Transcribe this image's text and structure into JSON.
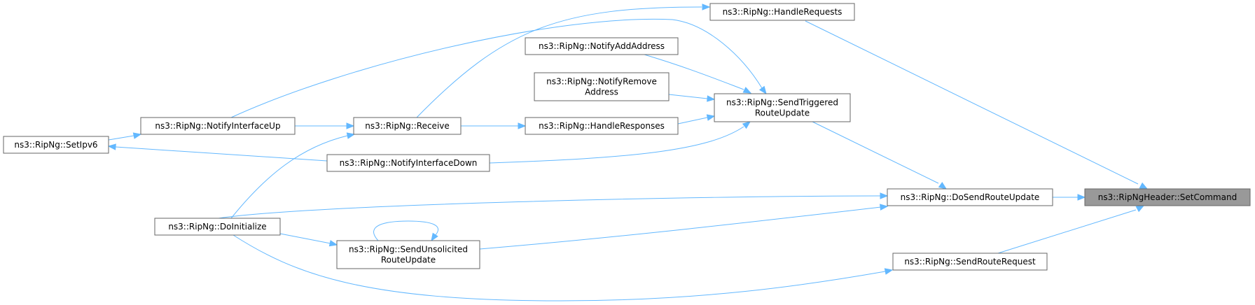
{
  "diagram": {
    "focus_color": "#999999",
    "edge_color": "#63b8ff",
    "nodes": {
      "setcommand": {
        "lines": [
          "ns3::RipNgHeader::SetCommand"
        ]
      },
      "dosendrouteupdate": {
        "lines": [
          "ns3::RipNg::DoSendRouteUpdate"
        ]
      },
      "sendrouterequest": {
        "lines": [
          "ns3::RipNg::SendRouteRequest"
        ]
      },
      "handlerequests": {
        "lines": [
          "ns3::RipNg::HandleRequests"
        ]
      },
      "sendtriggered": {
        "lines": [
          "ns3::RipNg::SendTriggered",
          "RouteUpdate"
        ]
      },
      "notifyaddaddress": {
        "lines": [
          "ns3::RipNg::NotifyAddAddress"
        ]
      },
      "notifyremove": {
        "lines": [
          "ns3::RipNg::NotifyRemove",
          "Address"
        ]
      },
      "handleresponses": {
        "lines": [
          "ns3::RipNg::HandleResponses"
        ]
      },
      "receive": {
        "lines": [
          "ns3::RipNg::Receive"
        ]
      },
      "notifyinterfaceup": {
        "lines": [
          "ns3::RipNg::NotifyInterfaceUp"
        ]
      },
      "notifyinterfacedown": {
        "lines": [
          "ns3::RipNg::NotifyInterfaceDown"
        ]
      },
      "setipv6": {
        "lines": [
          "ns3::RipNg::SetIpv6"
        ]
      },
      "doinitialize": {
        "lines": [
          "ns3::RipNg::DoInitialize"
        ]
      },
      "sendunsolicited": {
        "lines": [
          "ns3::RipNg::SendUnsolicited",
          "RouteUpdate"
        ]
      }
    }
  }
}
